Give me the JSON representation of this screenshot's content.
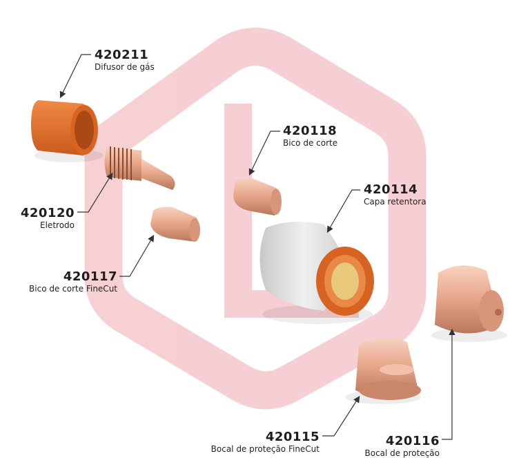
{
  "parts": [
    {
      "code": "420211",
      "name": "Difusor de gás"
    },
    {
      "code": "420120",
      "name": "Eletrodo"
    },
    {
      "code": "420117",
      "name": "Bico de corte FineCut"
    },
    {
      "code": "420118",
      "name": "Bico de corte"
    },
    {
      "code": "420114",
      "name": "Capa retentora"
    },
    {
      "code": "420115",
      "name": "Bocal de proteção FineCut"
    },
    {
      "code": "420116",
      "name": "Bocal de proteção"
    }
  ],
  "colors": {
    "watermark": "#f4c3c8",
    "copper": "#e8a98c",
    "orange": "#e4702a",
    "gray": "#dcdcdc"
  }
}
